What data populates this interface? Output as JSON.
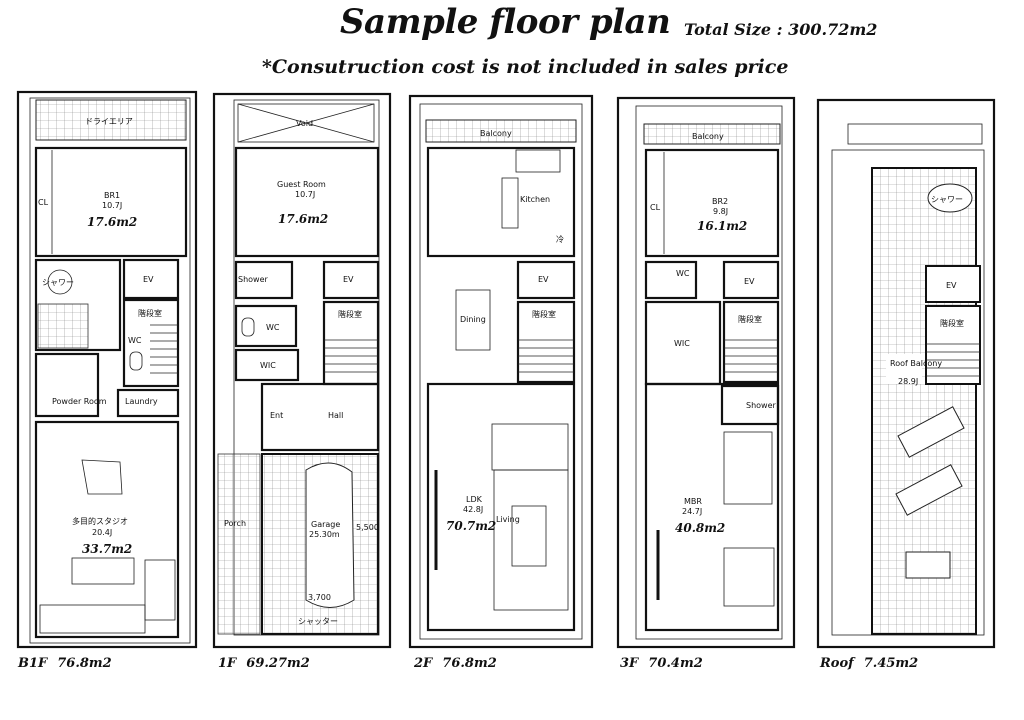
{
  "header": {
    "title": "Sample floor plan",
    "total_size": "Total Size : 300.72m2",
    "note": "*Consutruction cost is not included in sales price"
  },
  "floors": [
    {
      "label": "B1F",
      "area": "76.8m2",
      "rooms": {
        "dry_area": "ドライエリア",
        "cl": "CL",
        "br1": "BR1",
        "br1_tatami": "10.7J",
        "br1_sqm": "17.6m2",
        "shower": "シャワー",
        "ev": "EV",
        "stair": "階段室",
        "wc": "WC",
        "powder": "Powder Room",
        "laundry": "Laundry",
        "studio": "多目的スタジオ",
        "studio_tatami": "20.4J",
        "studio_sqm": "33.7m2"
      }
    },
    {
      "label": "1F",
      "area": "69.27m2",
      "rooms": {
        "void": "Void",
        "guest": "Guest Room",
        "guest_tatami": "10.7J",
        "guest_sqm": "17.6m2",
        "shower": "Shower",
        "ev": "EV",
        "wc": "WC",
        "stair": "階段室",
        "wic": "WIC",
        "ent": "Ent",
        "hall": "Hall",
        "porch": "Porch",
        "garage": "Garage",
        "garage_size": "25.30m",
        "dim_h": "5,500",
        "dim_w": "3,700",
        "shutter": "シャッター"
      }
    },
    {
      "label": "2F",
      "area": "76.8m2",
      "rooms": {
        "balcony": "Balcony",
        "kitchen": "Kitchen",
        "fridge": "冷",
        "ev": "EV",
        "dining": "Dining",
        "stair": "階段室",
        "ldk": "LDK",
        "ldk_tatami": "42.8J",
        "ldk_sqm": "70.7m2",
        "living": "Living"
      }
    },
    {
      "label": "3F",
      "area": "70.4m2",
      "rooms": {
        "balcony": "Balcony",
        "cl": "CL",
        "br2": "BR2",
        "br2_tatami": "9.8J",
        "br2_sqm": "16.1m2",
        "wc": "WC",
        "ev": "EV",
        "stair": "階段室",
        "wic": "WIC",
        "shower": "Shower",
        "mbr": "MBR",
        "mbr_tatami": "24.7J",
        "mbr_sqm": "40.8m2"
      }
    },
    {
      "label": "Roof",
      "area": "7.45m2",
      "rooms": {
        "shower": "シャワー",
        "ev": "EV",
        "stair": "階段室",
        "roof_balcony": "Roof Balcony",
        "roof_tatami": "28.9J"
      }
    }
  ]
}
